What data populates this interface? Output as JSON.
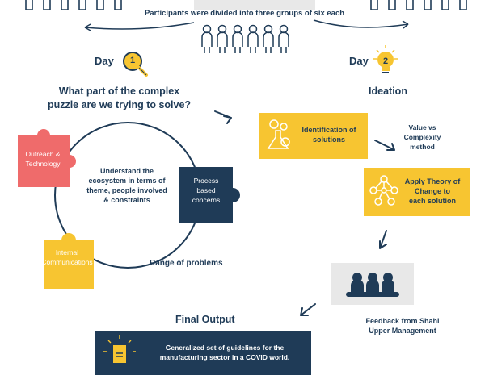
{
  "header": {
    "groups_caption": "Participants were divided into three groups of six each"
  },
  "day1": {
    "label": "Day",
    "number": "1",
    "question_line1": "What part of the complex",
    "question_line2": "puzzle are we trying to solve?",
    "center_text": [
      "Understand the",
      "ecosystem in terms of",
      "theme, people involved",
      "& constraints"
    ],
    "pieces": {
      "outreach": [
        "Outreach &",
        "Technology"
      ],
      "process": [
        "Process",
        "based",
        "concerns"
      ],
      "internal": [
        "Internal",
        "Communications"
      ]
    },
    "range_label": "Range of problems"
  },
  "day2": {
    "label": "Day",
    "number": "2",
    "title": "Ideation",
    "identification": [
      "Identification of",
      "solutions"
    ],
    "value_method": [
      "Value vs",
      "Complexity",
      "method"
    ],
    "theory": [
      "Apply Theory of",
      "Change to",
      "each solution"
    ],
    "feedback": [
      "Feedback from Shahi",
      "Upper Management"
    ]
  },
  "final": {
    "title": "Final Output",
    "text": [
      "Generalized set of guidelines for the",
      "manufacturing sector in a COVID world."
    ]
  },
  "colors": {
    "navy": "#1f3b57",
    "yellow": "#f7c531",
    "coral": "#ef6b6b",
    "grey": "#e8e8e8"
  }
}
